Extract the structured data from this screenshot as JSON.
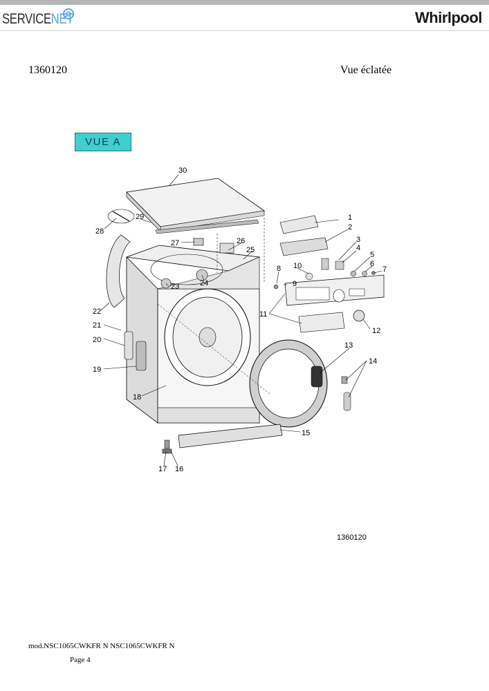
{
  "header": {
    "service_brand_main": "SERVICE",
    "service_brand_accent": "NET",
    "manufacturer_logo": "Whirlpool"
  },
  "document": {
    "id": "1360120",
    "title": "Vue éclatée",
    "view_label": "VUE A",
    "diagram_reference": "1360120"
  },
  "diagram": {
    "callouts": [
      "1",
      "2",
      "3",
      "4",
      "5",
      "6",
      "7",
      "8",
      "9",
      "10",
      "11",
      "12",
      "13",
      "14",
      "15",
      "16",
      "17",
      "18",
      "19",
      "20",
      "21",
      "22",
      "23",
      "24",
      "25",
      "26",
      "27",
      "28",
      "29",
      "30"
    ]
  },
  "footer": {
    "model": "mod.NSC1065CWKFR N NSC1065CWKFR N",
    "page": "Page 4"
  }
}
